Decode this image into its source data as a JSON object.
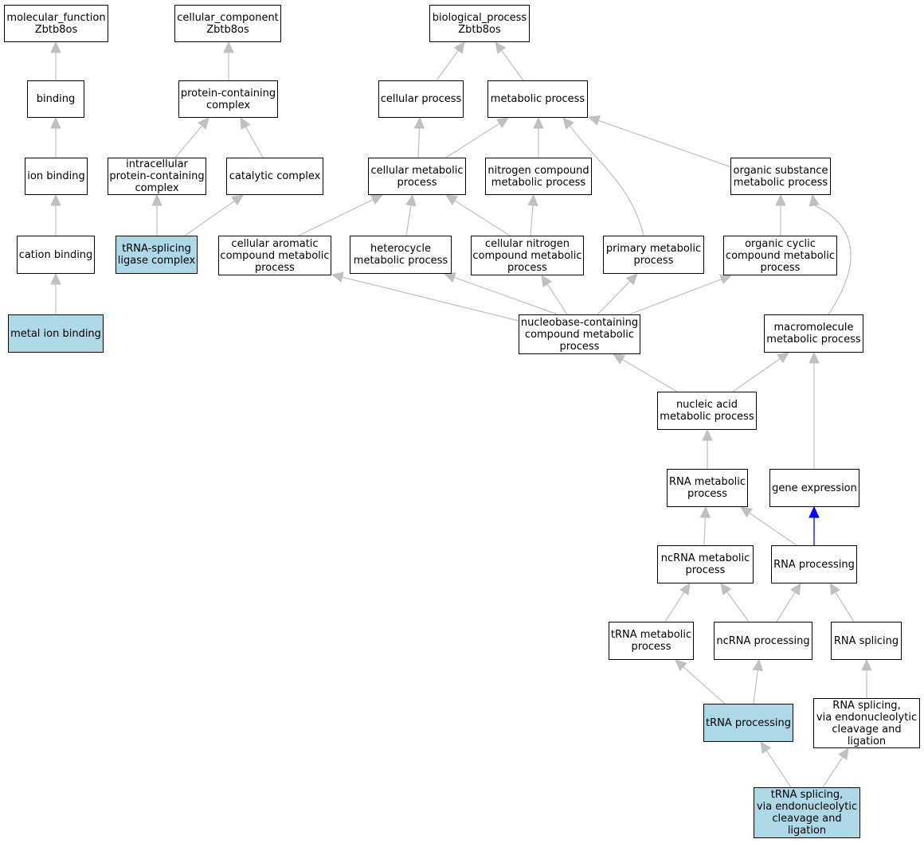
{
  "colors": {
    "highlight": "#add8e6",
    "edge": "#c0c0c0",
    "edge_highlight": "#0000ff",
    "border": "#000000"
  },
  "nodes": {
    "mf_root": "molecular_function\nZbtb8os",
    "cc_root": "cellular_component\nZbtb8os",
    "bp_root": "biological_process\nZbtb8os",
    "binding": "binding",
    "protein_complex": "protein-containing\ncomplex",
    "cellular_process": "cellular process",
    "metabolic_process": "metabolic process",
    "ion_binding": "ion binding",
    "intracellular_complex": "intracellular\nprotein-containing\ncomplex",
    "catalytic_complex": "catalytic complex",
    "cellular_metabolic": "cellular metabolic\nprocess",
    "nitrogen_compound": "nitrogen compound\nmetabolic process",
    "organic_substance": "organic substance\nmetabolic process",
    "cation_binding": "cation binding",
    "trna_ligase": "tRNA-splicing\nligase complex",
    "cellular_aromatic": "cellular aromatic\ncompound metabolic\nprocess",
    "heterocycle": "heterocycle\nmetabolic process",
    "cellular_nitrogen": "cellular nitrogen\ncompound metabolic\nprocess",
    "primary_metabolic": "primary metabolic\nprocess",
    "organic_cyclic": "organic cyclic\ncompound metabolic\nprocess",
    "metal_ion": "metal ion binding",
    "nucleobase": "nucleobase-containing\ncompound metabolic\nprocess",
    "macromolecule": "macromolecule\nmetabolic process",
    "nucleic_acid": "nucleic acid\nmetabolic process",
    "rna_metabolic": "RNA metabolic\nprocess",
    "gene_expression": "gene expression",
    "ncrna_metabolic": "ncRNA metabolic\nprocess",
    "rna_processing": "RNA processing",
    "trna_metabolic": "tRNA metabolic\nprocess",
    "ncrna_processing": "ncRNA processing",
    "rna_splicing": "RNA splicing",
    "trna_processing": "tRNA processing",
    "rna_splicing_endo": "RNA splicing,\nvia endonucleolytic\ncleavage and\nligation",
    "trna_splicing_endo": "tRNA splicing,\nvia endonucleolytic\ncleavage and\nligation"
  }
}
